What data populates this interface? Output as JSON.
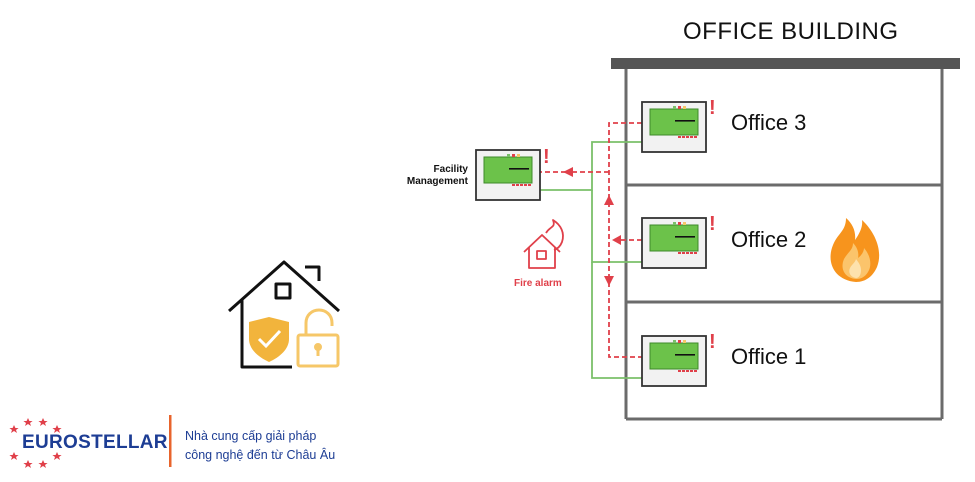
{
  "diagram": {
    "title": "OFFICE BUILDING",
    "offices": [
      {
        "label": "Office 3",
        "alert": "!"
      },
      {
        "label": "Office 2",
        "alert": "!"
      },
      {
        "label": "Office 1",
        "alert": "!"
      }
    ],
    "facility": {
      "line1": "Facility",
      "line2": "Management",
      "alert": "!"
    },
    "fire_alarm_label": "Fire alarm"
  },
  "footer": {
    "brand": "EUROSTELLAR",
    "tagline_line1": "Nhà cung cấp giải pháp",
    "tagline_line2": "công nghệ đến từ Châu Âu"
  },
  "colors": {
    "alarm_red": "#e0404a",
    "wire_green": "#7bc06a",
    "panel_green": "#6cc24a",
    "building_gray": "#666666",
    "lock_yellow": "#f6c768",
    "shield_orange": "#f2b43c",
    "brand_blue": "#1d3d94",
    "divider_orange": "#e8642c",
    "fire_orange": "#f7941d"
  },
  "icons": [
    "house-icon",
    "shield-check-icon",
    "padlock-icon",
    "fire-house-icon",
    "flame-icon",
    "control-panel-icon",
    "star-icon"
  ]
}
